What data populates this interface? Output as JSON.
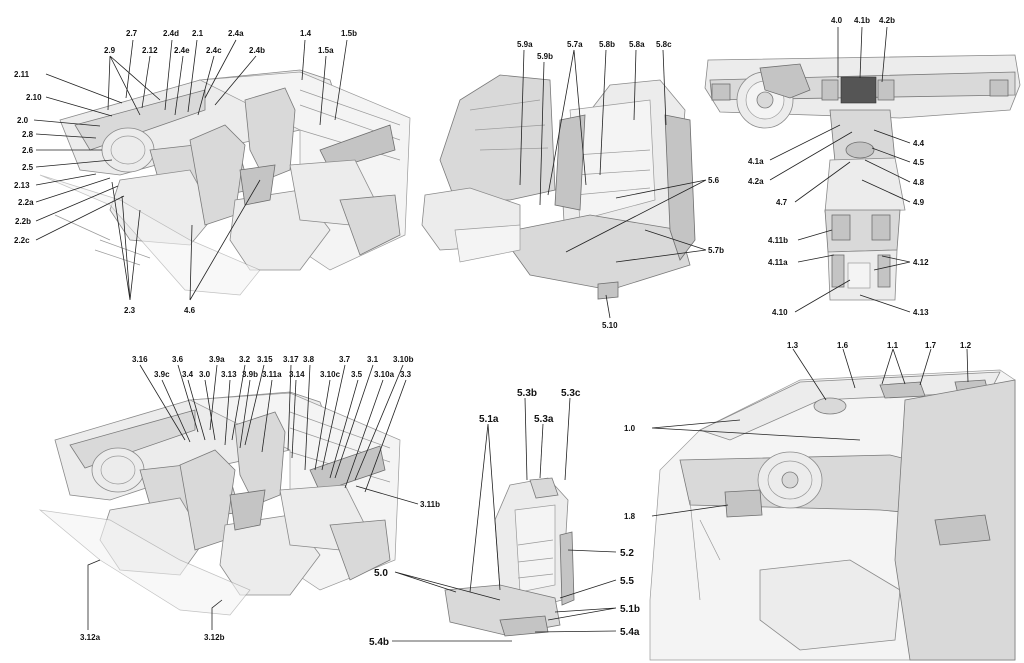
{
  "labels": {
    "p1": [
      "2.11",
      "2.10",
      "2.0",
      "2.8",
      "2.6",
      "2.5",
      "2.13",
      "2.2a",
      "2.2b",
      "2.2c",
      "2.9",
      "2.7",
      "2.12",
      "2.4d",
      "2.4e",
      "2.1",
      "2.4c",
      "2.4a",
      "2.4b",
      "1.4",
      "1.5a",
      "1.5b",
      "2.3",
      "4.6"
    ],
    "p2": [
      "5.9a",
      "5.9b",
      "5.7a",
      "5.8b",
      "5.8a",
      "5.8c",
      "5.6",
      "5.7b",
      "5.10"
    ],
    "p3": [
      "4.0",
      "4.1b",
      "4.2b",
      "4.4",
      "4.1a",
      "4.5",
      "4.2a",
      "4.8",
      "4.7",
      "4.9",
      "4.11b",
      "4.11a",
      "4.12",
      "4.10",
      "4.13"
    ],
    "p4": [
      "3.16",
      "3.6",
      "3.9a",
      "3.2",
      "3.15",
      "3.17",
      "3.8",
      "3.7",
      "3.1",
      "3.10b",
      "3.9c",
      "3.4",
      "3.0",
      "3.13",
      "3.9b",
      "3.11a",
      "3.14",
      "3.10c",
      "3.5",
      "3.10a",
      "3.3",
      "3.11b",
      "3.12a",
      "3.12b"
    ],
    "p5": [
      "5.3b",
      "5.3c",
      "5.1a",
      "5.3a",
      "5.2",
      "5.0",
      "5.5",
      "5.1b",
      "5.4a",
      "5.4b"
    ],
    "p6": [
      "1.3",
      "1.6",
      "1.1",
      "1.7",
      "1.2",
      "1.0",
      "1.8"
    ]
  }
}
